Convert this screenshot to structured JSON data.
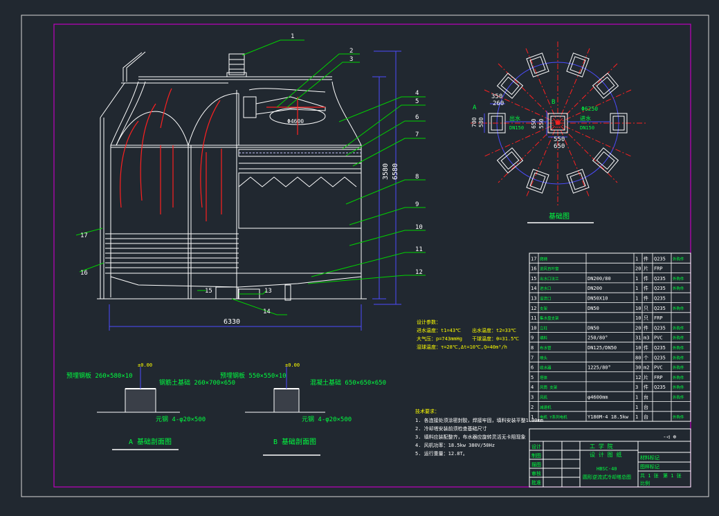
{
  "colors": {
    "background": "#212830",
    "outer_frame": "#d9d9d9",
    "inner_frame": "#c000c0",
    "geometry": "#ffffff",
    "dimension": "#4d4dff",
    "leader": "#00d400",
    "centerline": "#ff2020",
    "text": "#ffffff",
    "note_text": "#ffff00",
    "label_green": "#00ff40"
  },
  "part_numbers": [
    "1",
    "2",
    "3",
    "4",
    "5",
    "6",
    "7",
    "8",
    "9",
    "10",
    "11",
    "12",
    "13",
    "14",
    "15",
    "16",
    "17"
  ],
  "dimensions": {
    "overall_width": "6330",
    "height_1": "3580",
    "height_2": "6580",
    "inner_width": "Φ4600"
  },
  "plan": {
    "label_a": "A",
    "label_b": "B",
    "circle_label": "Φ6250",
    "dim_350": "350",
    "dim_260": "260",
    "dim_700": "700",
    "dim_580": "580",
    "dim_650a": "650",
    "dim_550a": "550",
    "dim_550b": "550",
    "dim_650b": "650",
    "outlet": "出水",
    "inlet": "进水",
    "pipe1": "DN150",
    "pipe2": "DN150",
    "title": "基础图"
  },
  "sections": {
    "a_title": "A  基础剖面图",
    "b_title": "B  基础剖面图",
    "a_label1": "预埋钢板 260×580×10",
    "a_label2": "钢筋土基础 260×700×650",
    "a_label3": "元钢 4-φ20×500",
    "b_label1": "预埋钢板 550×550×10",
    "b_label2": "混凝土基础 650×650×650",
    "b_label3": "元钢 4-φ20×500",
    "level_a": "±0.00",
    "level_b": "±0.00"
  },
  "tech": {
    "title": "设计参数：",
    "line1": "进水温度：t1=43℃",
    "line1b": "出水温度：t2=33℃",
    "line2": "大气压：p=743mmHg",
    "line2b": "干球温度：θ=31.5℃",
    "line3": "湿球温度：τ=28℃,Δt=10℃,Q=40m³/h"
  },
  "notes": {
    "title": "技术要求：",
    "items": [
      "1. 各连接处须涂密封胶，焊接牢固，填料安装平整1.00mm",
      "2. 冷却塔安装前须检查基础尺寸",
      "3. 填料应装配整齐，布水器应旋转灵活无卡阻现象",
      "4. 风机功率：18.5kw  380V/50Hz",
      "5. 运行重量：12.8T。"
    ]
  },
  "bom": {
    "rows": [
      {
        "no": "17",
        "name": "爬梯",
        "spec": "",
        "qty": "1",
        "unit": "件",
        "mat": "Q235",
        "note": "外购件"
      },
      {
        "no": "16",
        "name": "进风百叶窗",
        "spec": "",
        "qty": "20",
        "unit": "片",
        "mat": "FRP",
        "note": ""
      },
      {
        "no": "15",
        "name": "出水口法兰",
        "spec": "DN200/80",
        "qty": "1",
        "unit": "件",
        "mat": "Q235",
        "note": "外购件"
      },
      {
        "no": "14",
        "name": "进水口",
        "spec": "DN200",
        "qty": "1",
        "unit": "件",
        "mat": "Q235",
        "note": "外购件"
      },
      {
        "no": "13",
        "name": "溢流口",
        "spec": "DN50X10",
        "qty": "1",
        "unit": "件",
        "mat": "Q235",
        "note": ""
      },
      {
        "no": "12",
        "name": "支架",
        "spec": "DN50",
        "qty": "10",
        "unit": "只",
        "mat": "Q235",
        "note": "外购件"
      },
      {
        "no": "11",
        "name": "集水盘支架",
        "spec": "",
        "qty": "10",
        "unit": "只",
        "mat": "FRP",
        "note": ""
      },
      {
        "no": "10",
        "name": "立柱",
        "spec": "DN50",
        "qty": "20",
        "unit": "件",
        "mat": "Q235",
        "note": "外购件"
      },
      {
        "no": "9",
        "name": "填料",
        "spec": "250/80°",
        "qty": "31",
        "unit": "m3",
        "mat": "PVC",
        "note": "外购件"
      },
      {
        "no": "8",
        "name": "布水管",
        "spec": "DN125/DN50",
        "qty": "10",
        "unit": "件",
        "mat": "Q235",
        "note": "外购件"
      },
      {
        "no": "7",
        "name": "喷头",
        "spec": "",
        "qty": "80",
        "unit": "个",
        "mat": "Q235",
        "note": "外购件"
      },
      {
        "no": "6",
        "name": "收水器",
        "spec": "1225/80°",
        "qty": "30",
        "unit": "m2",
        "mat": "PVC",
        "note": "外购件"
      },
      {
        "no": "5",
        "name": "塔体",
        "spec": "",
        "qty": "12",
        "unit": "片",
        "mat": "FRP",
        "note": "外购件"
      },
      {
        "no": "4",
        "name": "风筒 支架",
        "spec": "",
        "qty": "3",
        "unit": "件",
        "mat": "Q235",
        "note": "外购件"
      },
      {
        "no": "3",
        "name": "风机",
        "spec": "φ4600mm",
        "qty": "1",
        "unit": "台",
        "mat": "",
        "note": "外购件"
      },
      {
        "no": "2",
        "name": "减速机",
        "spec": "",
        "qty": "1",
        "unit": "台",
        "mat": "",
        "note": ""
      },
      {
        "no": "1",
        "name": "电机 Y系列电机",
        "spec": "Y180M-4 18.5kw",
        "qty": "1",
        "unit": "台",
        "mat": "",
        "note": "外购件"
      }
    ]
  },
  "title_block": {
    "school": "工  学  院",
    "project": "设  计  图  纸",
    "drawing_no": "HBSC-40",
    "drawing_name": "圆形逆流式冷却塔总图",
    "scale_label": "比例",
    "sheet": "第 1 张",
    "row_labels": [
      "设计",
      "制图",
      "描图",
      "审核",
      "批准"
    ],
    "right_labels": [
      "材料标记",
      "图样标记",
      "共 1 张"
    ],
    "symbol": "-◁ ⊕"
  }
}
